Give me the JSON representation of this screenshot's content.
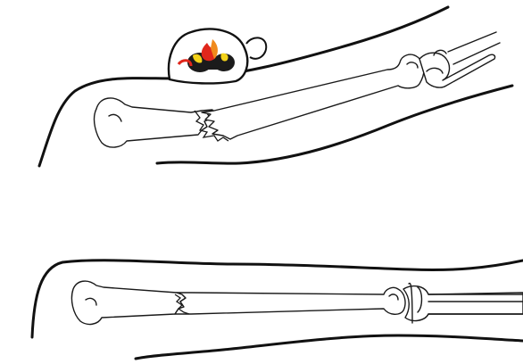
{
  "figure": {
    "panels": [
      {
        "id": "top",
        "state": "fractured arm with bag resting on upper arm"
      },
      {
        "id": "bottom",
        "state": "aligned arm"
      }
    ]
  },
  "colors": {
    "outline": "#111111",
    "background": "#ffffff",
    "bag_flame_red": "#e0261b",
    "bag_flame_orange": "#f08a1c",
    "bag_flame_yellow": "#f3d21a"
  },
  "icons": [
    "weight-bag-icon"
  ]
}
